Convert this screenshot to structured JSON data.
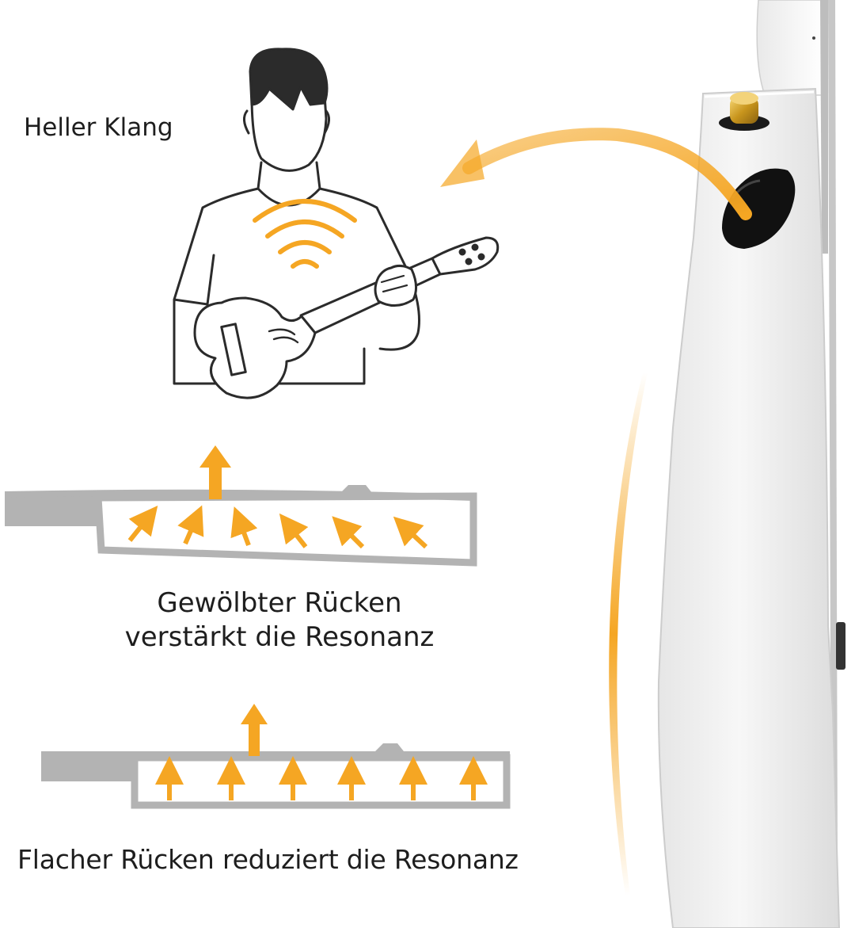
{
  "labels": {
    "bright_sound": "Heller Klang",
    "arched_line1": "Gewölbter Rücken",
    "arched_line2": "verstärkt die Resonanz",
    "flat": "Flacher Rücken reduziert die Resonanz"
  },
  "icons": {
    "player": "ukulele-player-illustration",
    "sound_waves": "sound-wave-icon",
    "curved_arrow": "curved-arrow-icon",
    "arched_body": "arched-back-cross-section",
    "flat_body": "flat-back-cross-section",
    "instrument": "ukulele-side-view"
  },
  "colors": {
    "accent": "#F5A623",
    "line": "#2b2b2b",
    "section_gray": "#b3b3b3",
    "instrument_white": "#f1f1f1"
  }
}
